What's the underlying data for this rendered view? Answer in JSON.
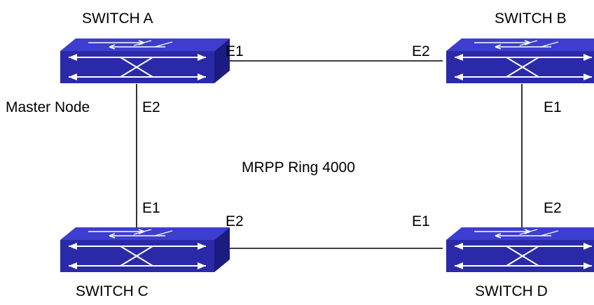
{
  "diagram": {
    "ring_label": "MRPP Ring 4000",
    "master_label": "Master Node",
    "switches": {
      "a": {
        "name": "SWITCH A"
      },
      "b": {
        "name": "SWITCH B"
      },
      "c": {
        "name": "SWITCH C"
      },
      "d": {
        "name": "SWITCH D"
      }
    },
    "ports": {
      "ab_a": "E1",
      "ab_b": "E2",
      "ac_a": "E2",
      "ac_c": "E1",
      "bd_b": "E1",
      "bd_d": "E2",
      "cd_c": "E2",
      "cd_d": "E1"
    },
    "colors": {
      "switch_face": "#2b2bb0",
      "switch_top": "#3a3ad0",
      "switch_side": "#1c1c8a",
      "arrows": "#ffffff",
      "links": "#000000"
    }
  }
}
